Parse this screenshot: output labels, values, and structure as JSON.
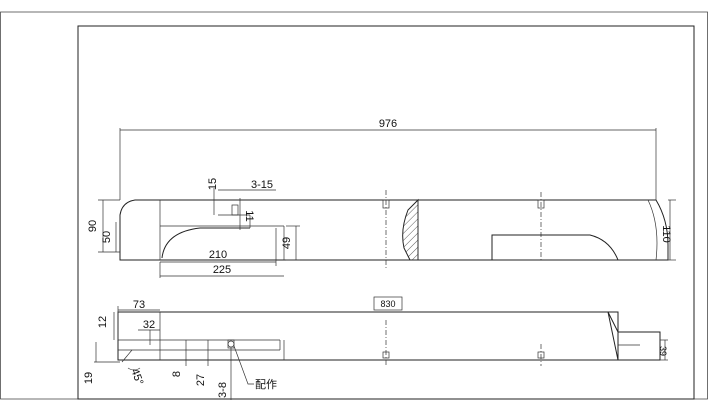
{
  "top_view": {
    "overall_length": "976",
    "height_left_outer": "90",
    "height_left_inner": "50",
    "dim_15": "15",
    "dim_3_15": "3-15",
    "dim_11": "11",
    "slot_210": "210",
    "slot_225": "225",
    "dim_49": "49",
    "height_right": "110"
  },
  "side_view": {
    "center_box": "830",
    "dim_73": "73",
    "dim_32": "32",
    "dim_12": "12",
    "dim_19": "19",
    "angle_45": "45°",
    "dim_8": "8",
    "dim_27": "27",
    "dim_3_8": "3-8",
    "dim_39": "39",
    "note_peizuo": "配作"
  },
  "colors": {
    "line": "#222222",
    "hatch": "#333333",
    "background": "#ffffff"
  }
}
